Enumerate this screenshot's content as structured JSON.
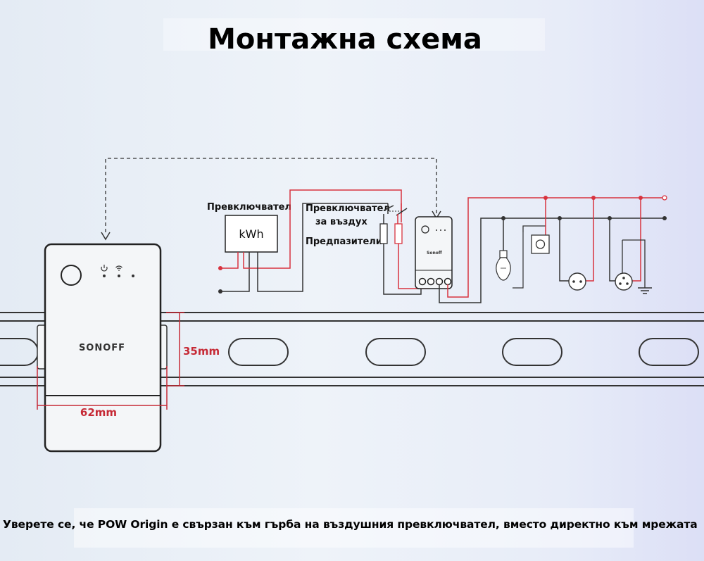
{
  "title": "Монтажна схема",
  "labels": {
    "meter_switch": "Превключвател",
    "meter_unit": "kWh",
    "air_switch_line1": "Превключвател",
    "air_switch_line2": "за въздух",
    "fuses": "Предпазители"
  },
  "device": {
    "brand": "SONOFF",
    "brand_small": "Sonoff"
  },
  "dimensions": {
    "height": "35mm",
    "width": "62mm"
  },
  "footer": "Уверете се, че POW Origin е свързан към гърба на въздушния превключвател, вместо директно към мрежата",
  "colors": {
    "wire_live": "#d8333f",
    "wire_neutral": "#333333",
    "dimension": "#c62a36",
    "outline": "#222222"
  }
}
